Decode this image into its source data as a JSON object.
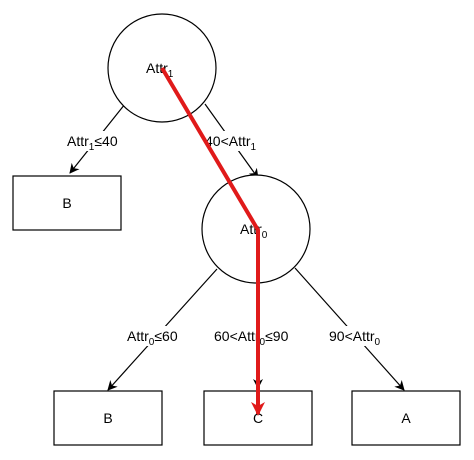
{
  "nodes": {
    "root": {
      "label": "Attr",
      "sub": "1"
    },
    "mid": {
      "label": "Attr",
      "sub": "0"
    },
    "leaf_b_top": {
      "label": "B"
    },
    "leaf_b_bottom": {
      "label": "B"
    },
    "leaf_c": {
      "label": "C"
    },
    "leaf_a": {
      "label": "A"
    }
  },
  "edges": {
    "root_left": {
      "pre": "Attr",
      "sub": "1",
      "post": "≤40"
    },
    "root_right": {
      "pre": "40<Attr",
      "sub": "1",
      "post": ""
    },
    "mid_left": {
      "pre": "Attr",
      "sub": "0",
      "post": "≤60"
    },
    "mid_center": {
      "pre": "60<Attr",
      "sub": "0",
      "post": "≤90"
    },
    "mid_right": {
      "pre": "90<Attr",
      "sub": "0",
      "post": ""
    }
  },
  "colors": {
    "line": "#000000",
    "highlight_path": "#e01a1a",
    "background": "#ffffff"
  }
}
